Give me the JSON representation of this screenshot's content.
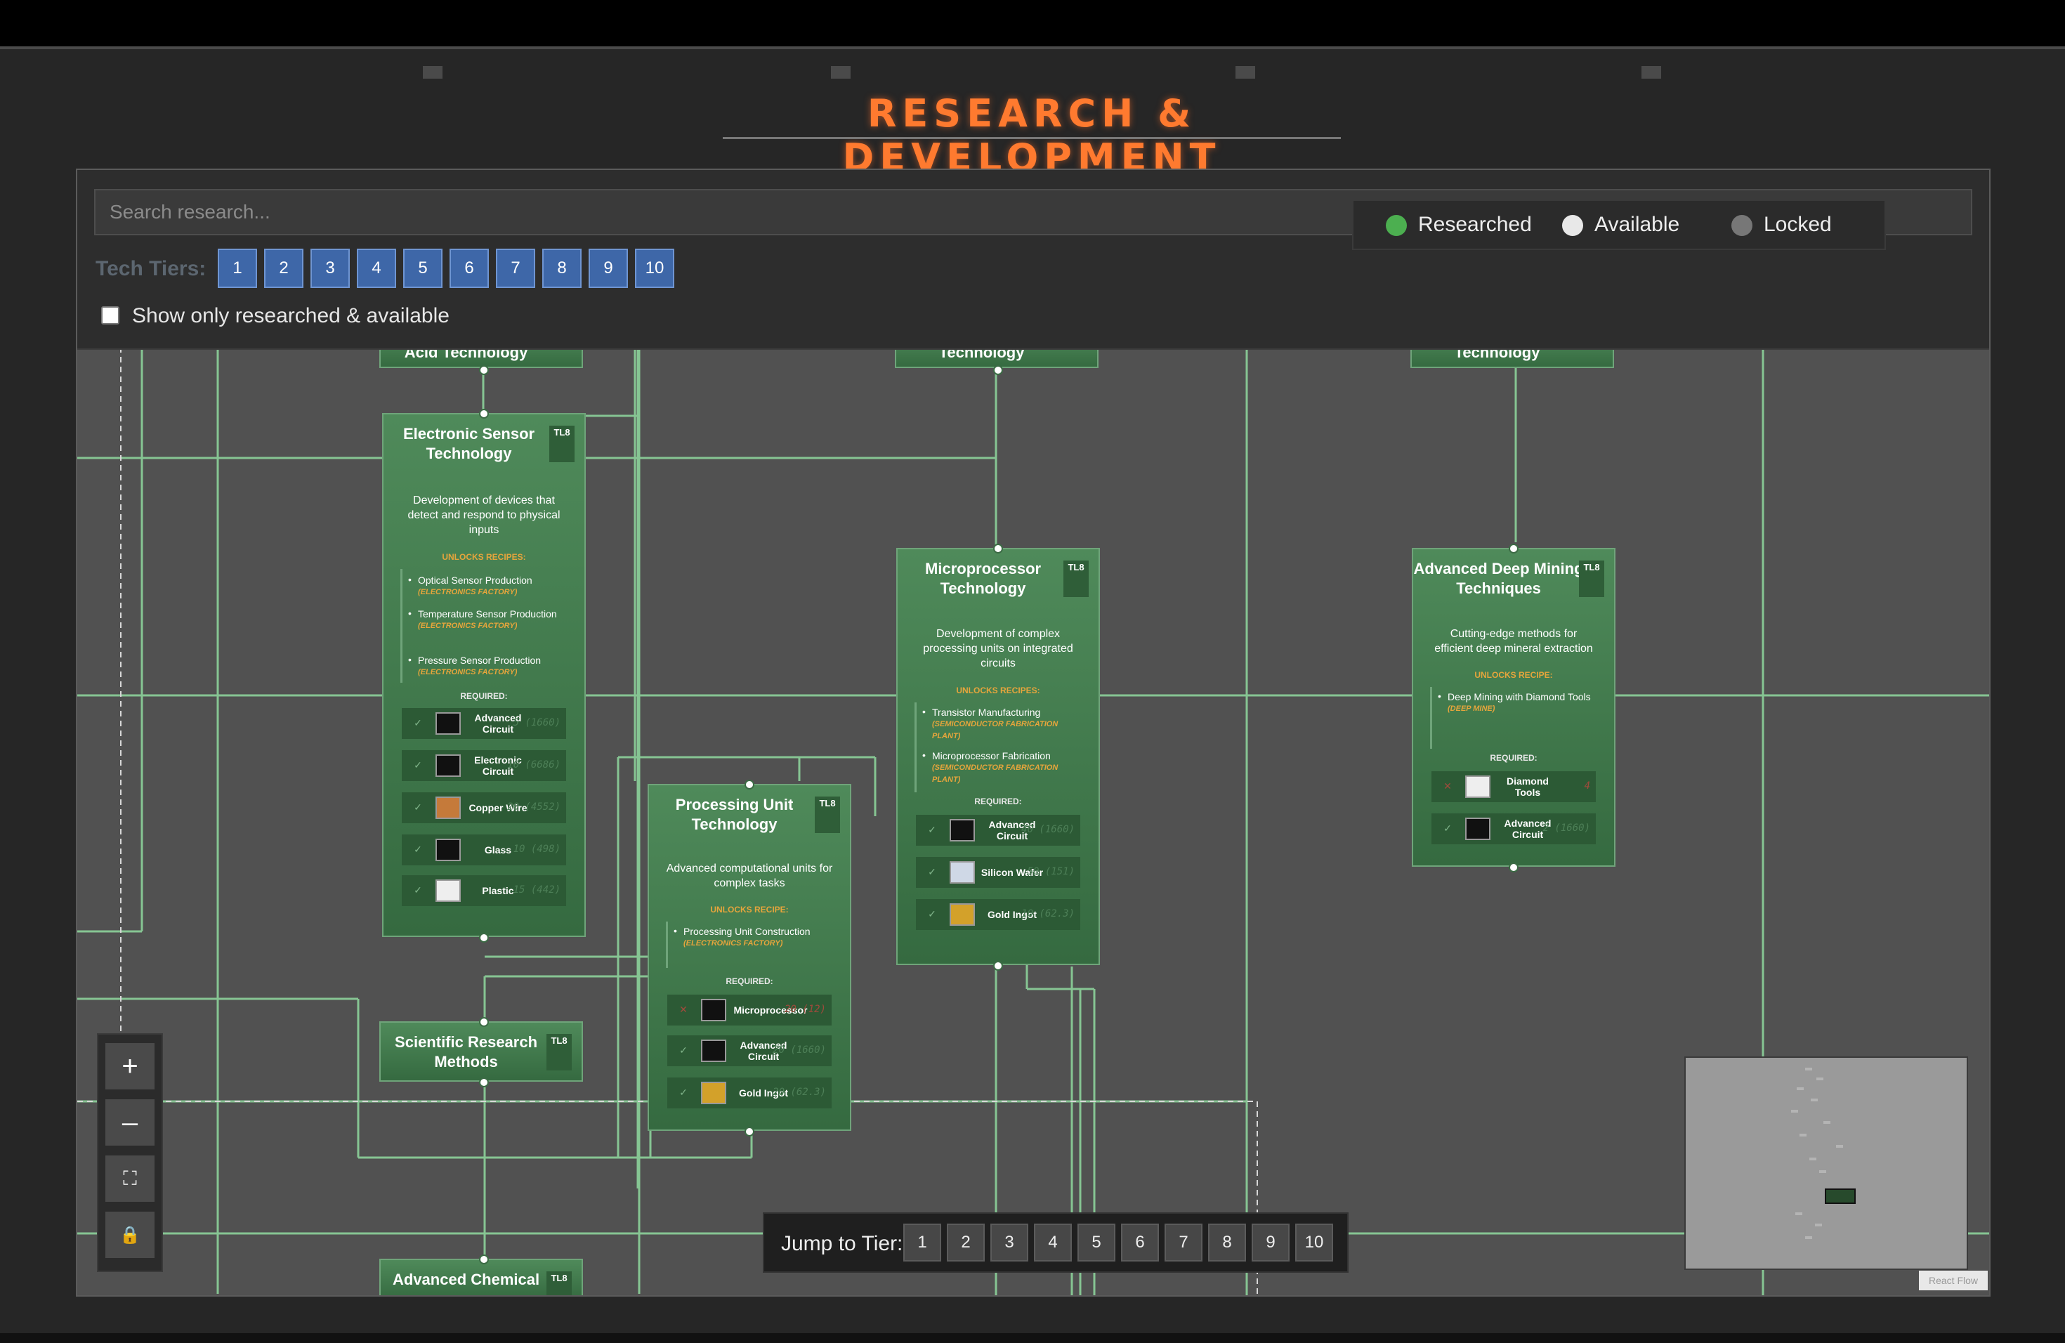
{
  "page": {
    "title": "RESEARCH & DEVELOPMENT"
  },
  "search": {
    "placeholder": "Search research..."
  },
  "tiers": {
    "label": "Tech Tiers:",
    "buttons": [
      "1",
      "2",
      "3",
      "4",
      "5",
      "6",
      "7",
      "8",
      "9",
      "10"
    ]
  },
  "filter": {
    "label": "Show only researched & available",
    "checked": false
  },
  "legend": {
    "researched": "Researched",
    "available": "Available",
    "locked": "Locked"
  },
  "colors": {
    "accent": "#ff7a2f",
    "node": "#4a8655",
    "unlock": "#e6a53c",
    "tier_button": "#3e67a8"
  },
  "nodes": {
    "acid_tech": {
      "title": "Acid Technology"
    },
    "top_mid": {
      "title": "Technology"
    },
    "top_right": {
      "title": "Technology"
    },
    "sensor": {
      "title": "Electronic Sensor Technology",
      "tier": "TL8",
      "description": "Development of devices that detect and respond to physical inputs",
      "unlocks_label": "UNLOCKS RECIPES:",
      "recipes": [
        {
          "name": "Optical Sensor Production",
          "factory": "(ELECTRONICS FACTORY)"
        },
        {
          "name": "Temperature Sensor Production",
          "factory": "(ELECTRONICS FACTORY)"
        },
        {
          "name": "Pressure Sensor Production",
          "factory": "(ELECTRONICS FACTORY)"
        }
      ],
      "required_label": "REQUIRED:",
      "requirements": [
        {
          "name": "Advanced Circuit",
          "amount": "5 (1660)",
          "icon": "circuit-icon"
        },
        {
          "name": "Electronic Circuit",
          "amount": "10 (6686)",
          "icon": "electronic-circuit-icon"
        },
        {
          "name": "Copper Wire",
          "amount": "20 (4552)",
          "icon": "copper-wire-icon"
        },
        {
          "name": "Glass",
          "amount": "10 (498)",
          "icon": "glass-icon"
        },
        {
          "name": "Plastic",
          "amount": "15 (442)",
          "icon": "plastic-icon"
        }
      ]
    },
    "microprocessor": {
      "title": "Microprocessor Technology",
      "tier": "TL8",
      "description": "Development of complex processing units on integrated circuits",
      "unlocks_label": "UNLOCKS RECIPES:",
      "recipes": [
        {
          "name": "Transistor Manufacturing",
          "factory": "(SEMICONDUCTOR FABRICATION PLANT)"
        },
        {
          "name": "Microprocessor Fabrication",
          "factory": "(SEMICONDUCTOR FABRICATION PLANT)"
        }
      ],
      "required_label": "REQUIRED:",
      "requirements": [
        {
          "name": "Advanced Circuit",
          "amount": "40 (1660)",
          "icon": "circuit-icon"
        },
        {
          "name": "Silicon Wafer",
          "amount": "50 (151)",
          "icon": "silicon-wafer-icon"
        },
        {
          "name": "Gold Ingot",
          "amount": "10 (62.3)",
          "icon": "gold-ingot-icon"
        }
      ]
    },
    "deep_mining": {
      "title": "Advanced Deep Mining Techniques",
      "tier": "TL8",
      "description": "Cutting-edge methods for efficient deep mineral extraction",
      "unlocks_label": "UNLOCKS RECIPE:",
      "recipes": [
        {
          "name": "Deep Mining with Diamond Tools",
          "factory": "(DEEP MINE)"
        }
      ],
      "required_label": "REQUIRED:",
      "requirements": [
        {
          "name": "Diamond Tools",
          "amount": "4",
          "icon": "diamond-tools-icon"
        },
        {
          "name": "Advanced Circuit",
          "amount": "2 (1660)",
          "icon": "circuit-icon"
        }
      ]
    },
    "processing_unit": {
      "title": "Processing Unit Technology",
      "tier": "TL8",
      "description": "Advanced computational units for complex tasks",
      "unlocks_label": "UNLOCKS RECIPE:",
      "recipes": [
        {
          "name": "Processing Unit Construction",
          "factory": "(ELECTRONICS FACTORY)"
        }
      ],
      "required_label": "REQUIRED:",
      "requirements": [
        {
          "name": "Microprocessor",
          "amount": "20 (12)",
          "icon": "microprocessor-icon"
        },
        {
          "name": "Advanced Circuit",
          "amount": "20 (1660)",
          "icon": "circuit-icon"
        },
        {
          "name": "Gold Ingot",
          "amount": "20 (62.3)",
          "icon": "gold-ingot-icon"
        }
      ]
    },
    "scientific": {
      "title": "Scientific Research Methods",
      "tier": "TL8"
    },
    "adv_chemical": {
      "title": "Advanced Chemical",
      "tier": "TL8"
    }
  },
  "controls": {
    "zoom_in": "+",
    "zoom_out": "–",
    "fit": "⛶",
    "lock": "🔒"
  },
  "jump": {
    "label": "Jump to Tier:",
    "buttons": [
      "1",
      "2",
      "3",
      "4",
      "5",
      "6",
      "7",
      "8",
      "9",
      "10"
    ]
  },
  "attribution": "React Flow"
}
